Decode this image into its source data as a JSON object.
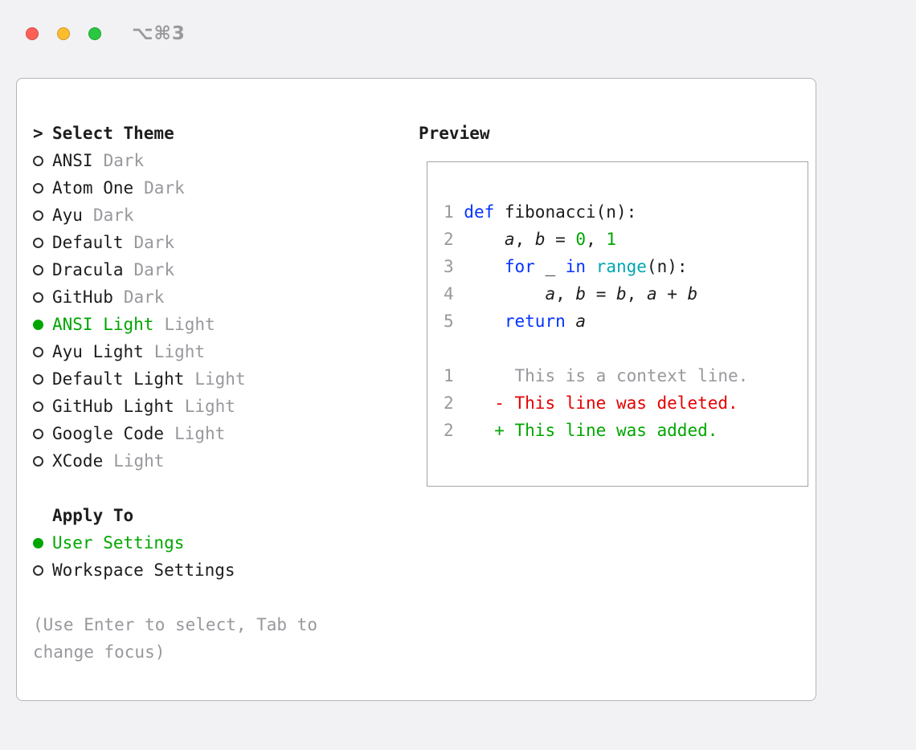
{
  "titlebar": {
    "shortcut": "⌥⌘3",
    "buttons": [
      "close",
      "minimize",
      "zoom"
    ]
  },
  "select_theme": {
    "prompt": ">",
    "title": "Select Theme",
    "themes": [
      {
        "name": "ANSI",
        "tag": "Dark",
        "selected": false
      },
      {
        "name": "Atom One",
        "tag": "Dark",
        "selected": false
      },
      {
        "name": "Ayu",
        "tag": "Dark",
        "selected": false
      },
      {
        "name": "Default",
        "tag": "Dark",
        "selected": false
      },
      {
        "name": "Dracula",
        "tag": "Dark",
        "selected": false
      },
      {
        "name": "GitHub",
        "tag": "Dark",
        "selected": false
      },
      {
        "name": "ANSI Light",
        "tag": "Light",
        "selected": true
      },
      {
        "name": "Ayu Light",
        "tag": "Light",
        "selected": false
      },
      {
        "name": "Default Light",
        "tag": "Light",
        "selected": false
      },
      {
        "name": "GitHub Light",
        "tag": "Light",
        "selected": false
      },
      {
        "name": "Google Code",
        "tag": "Light",
        "selected": false
      },
      {
        "name": "XCode",
        "tag": "Light",
        "selected": false
      }
    ]
  },
  "apply_to": {
    "title": "Apply To",
    "options": [
      {
        "label": "User Settings",
        "selected": true
      },
      {
        "label": "Workspace Settings",
        "selected": false
      }
    ]
  },
  "hint": "(Use Enter to select, Tab to change focus)",
  "preview": {
    "title": "Preview",
    "code_lines": [
      {
        "num": "1",
        "segments": [
          {
            "t": "def",
            "c": "kw"
          },
          {
            "t": " fibonacci(n):",
            "c": "plain"
          }
        ]
      },
      {
        "num": "2",
        "segments": [
          {
            "t": "    ",
            "c": "plain"
          },
          {
            "t": "a",
            "c": "var"
          },
          {
            "t": ", ",
            "c": "plain"
          },
          {
            "t": "b",
            "c": "var"
          },
          {
            "t": " = ",
            "c": "plain"
          },
          {
            "t": "0",
            "c": "num"
          },
          {
            "t": ", ",
            "c": "plain"
          },
          {
            "t": "1",
            "c": "num"
          }
        ]
      },
      {
        "num": "3",
        "segments": [
          {
            "t": "    ",
            "c": "plain"
          },
          {
            "t": "for",
            "c": "kw"
          },
          {
            "t": " _ ",
            "c": "plain"
          },
          {
            "t": "in",
            "c": "kw"
          },
          {
            "t": " ",
            "c": "plain"
          },
          {
            "t": "range",
            "c": "builtin"
          },
          {
            "t": "(n):",
            "c": "plain"
          }
        ]
      },
      {
        "num": "4",
        "segments": [
          {
            "t": "        ",
            "c": "plain"
          },
          {
            "t": "a",
            "c": "var"
          },
          {
            "t": ", ",
            "c": "plain"
          },
          {
            "t": "b",
            "c": "var"
          },
          {
            "t": " = ",
            "c": "plain"
          },
          {
            "t": "b",
            "c": "var"
          },
          {
            "t": ", ",
            "c": "plain"
          },
          {
            "t": "a",
            "c": "var"
          },
          {
            "t": " + ",
            "c": "plain"
          },
          {
            "t": "b",
            "c": "var"
          }
        ]
      },
      {
        "num": "5",
        "segments": [
          {
            "t": "    ",
            "c": "plain"
          },
          {
            "t": "return",
            "c": "kw"
          },
          {
            "t": " ",
            "c": "plain"
          },
          {
            "t": "a",
            "c": "var"
          }
        ]
      }
    ],
    "diff_lines": [
      {
        "num": "1",
        "kind": "context",
        "text": "     This is a context line."
      },
      {
        "num": "2",
        "kind": "deleted",
        "text": "   - This line was deleted."
      },
      {
        "num": "2",
        "kind": "added",
        "text": "   + This line was added."
      }
    ]
  },
  "colors": {
    "green": "#00a600",
    "keyword_blue": "#0433ff",
    "builtin_cyan": "#00a6b2",
    "deleted_red": "#e50000",
    "muted_gray": "#98989d",
    "text": "#1d1d1f",
    "background": "#f2f2f4",
    "window_border": "#b4b4b9",
    "preview_border": "#a5a5aa",
    "traffic_red": "#ff5f57",
    "traffic_yellow": "#febc2e",
    "traffic_green": "#28c840"
  }
}
